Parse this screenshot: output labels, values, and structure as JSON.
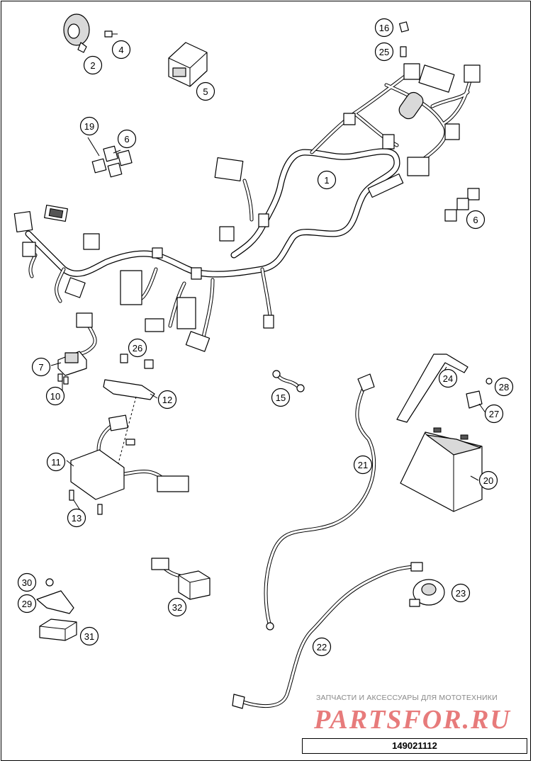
{
  "diagram": {
    "callouts": [
      {
        "id": "c1",
        "label": "1"
      },
      {
        "id": "c2",
        "label": "2"
      },
      {
        "id": "c4",
        "label": "4"
      },
      {
        "id": "c5",
        "label": "5"
      },
      {
        "id": "c6a",
        "label": "6"
      },
      {
        "id": "c6b",
        "label": "6"
      },
      {
        "id": "c7",
        "label": "7"
      },
      {
        "id": "c10",
        "label": "10"
      },
      {
        "id": "c11",
        "label": "11"
      },
      {
        "id": "c12",
        "label": "12"
      },
      {
        "id": "c13",
        "label": "13"
      },
      {
        "id": "c15",
        "label": "15"
      },
      {
        "id": "c16",
        "label": "16"
      },
      {
        "id": "c19",
        "label": "19"
      },
      {
        "id": "c20",
        "label": "20"
      },
      {
        "id": "c21",
        "label": "21"
      },
      {
        "id": "c22",
        "label": "22"
      },
      {
        "id": "c23",
        "label": "23"
      },
      {
        "id": "c24",
        "label": "24"
      },
      {
        "id": "c25",
        "label": "25"
      },
      {
        "id": "c26",
        "label": "26"
      },
      {
        "id": "c27",
        "label": "27"
      },
      {
        "id": "c28",
        "label": "28"
      },
      {
        "id": "c29",
        "label": "29"
      },
      {
        "id": "c30",
        "label": "30"
      },
      {
        "id": "c31",
        "label": "31"
      },
      {
        "id": "c32",
        "label": "32"
      }
    ]
  },
  "watermark": {
    "tagline": "ЗАПЧАСТИ И АКСЕССУАРЫ ДЛЯ МОТОТЕХНИКИ",
    "brand": "PARTSFOR.RU"
  },
  "document_number": "149021112"
}
